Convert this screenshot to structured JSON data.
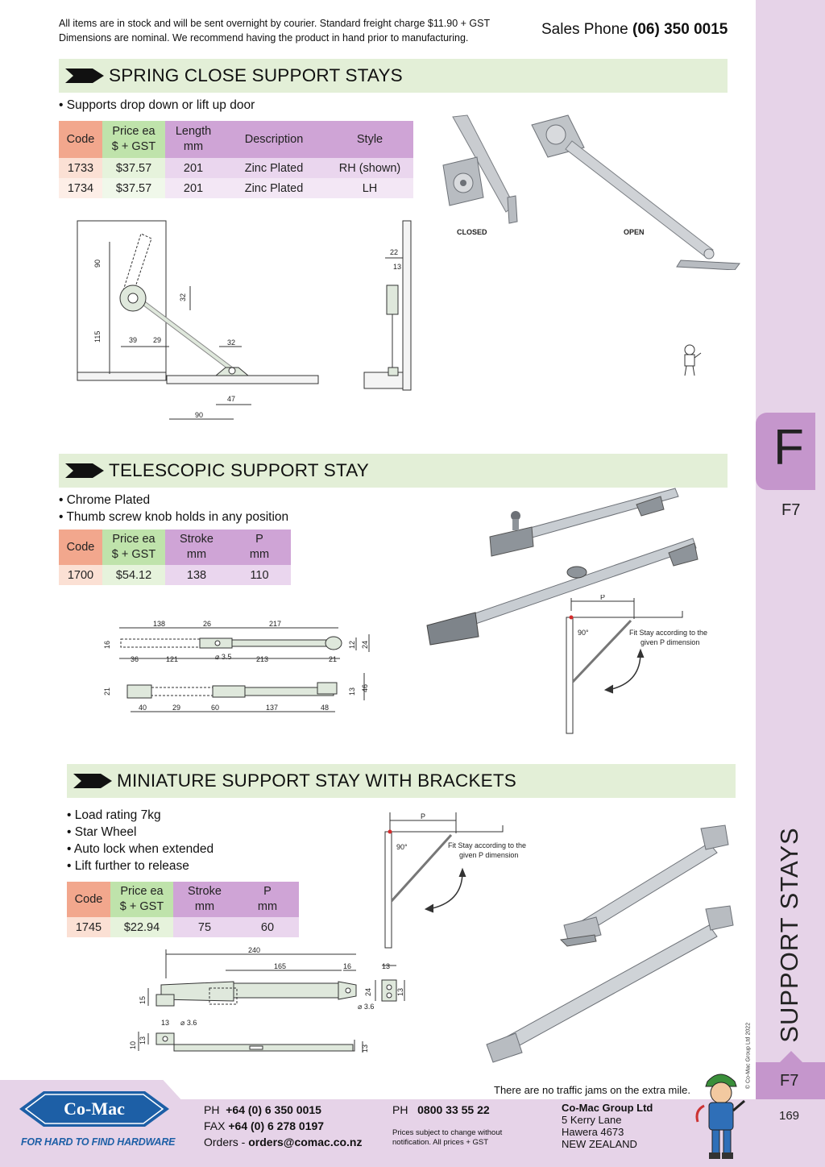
{
  "header": {
    "stock_note_line1": "All items are in stock and will be sent overnight by courier. Standard freight charge $11.90 + GST",
    "stock_note_line2": "Dimensions are nominal. We recommend having the product in hand prior to manufacturing.",
    "sales_label": "Sales Phone",
    "sales_number": "(06) 350 0015"
  },
  "sidebar": {
    "section_letter": "F",
    "page_code": "F7",
    "vertical_title": "SUPPORT STAYS",
    "copyright": "© Co-Mac Group Ltd 2022",
    "page_code_bottom": "F7",
    "page_number": "169"
  },
  "sections": {
    "spring": {
      "title": "SPRING CLOSE SUPPORT STAYS",
      "bullets": [
        "Supports drop down or lift up door"
      ],
      "table": {
        "headers": [
          "Code",
          "Price ea",
          "$ + GST",
          "Length",
          "mm",
          "Description",
          "Style"
        ],
        "rows": [
          [
            "1733",
            "$37.57",
            "201",
            "Zinc Plated",
            "RH (shown)"
          ],
          [
            "1734",
            "$37.57",
            "201",
            "Zinc Plated",
            "LH"
          ]
        ]
      },
      "photo_labels": [
        "CLOSED",
        "OPEN"
      ],
      "dims": [
        "90",
        "115",
        "32",
        "39",
        "29",
        "32",
        "47",
        "90",
        "22",
        "13"
      ]
    },
    "telescopic": {
      "title": "TELESCOPIC SUPPORT STAY",
      "bullets": [
        "Chrome Plated",
        "Thumb screw knob holds in any position"
      ],
      "table": {
        "headers": [
          "Code",
          "Price ea",
          "$ + GST",
          "Stroke",
          "mm",
          "P",
          "mm"
        ],
        "rows": [
          [
            "1700",
            "$54.12",
            "138",
            "110"
          ]
        ]
      },
      "dims": [
        "138",
        "26",
        "217",
        "16",
        "12",
        "24",
        "36",
        "121",
        "⌀ 3.5",
        "213",
        "21",
        "21",
        "13",
        "46",
        "40",
        "29",
        "60",
        "137",
        "48"
      ],
      "fit_note": [
        "Fit Stay according to the",
        "given P dimension"
      ],
      "p_label": "P",
      "angle": "90°"
    },
    "miniature": {
      "title": "MINIATURE SUPPORT STAY WITH BRACKETS",
      "bullets": [
        "Load rating 7kg",
        "Star Wheel",
        "Auto lock when extended",
        "Lift further to release"
      ],
      "table": {
        "headers": [
          "Code",
          "Price ea",
          "$ + GST",
          "Stroke",
          "mm",
          "P",
          "mm"
        ],
        "rows": [
          [
            "1745",
            "$22.94",
            "75",
            "60"
          ]
        ]
      },
      "dims": [
        "240",
        "165",
        "16",
        "13",
        "15",
        "24",
        "13",
        "⌀ 3.6",
        "13",
        "⌀ 3.6",
        "10",
        "13",
        "13"
      ],
      "fit_note": [
        "Fit Stay according to the",
        "given P dimension"
      ],
      "p_label": "P",
      "angle": "90°"
    }
  },
  "footer": {
    "logo_text": "Co-Mac",
    "tagline": "FOR HARD TO FIND HARDWARE",
    "traffic": "There are no traffic jams on the extra mile.",
    "ph_label": "PH",
    "ph_number": "+64 (0) 6 350 0015",
    "fax_label": "FAX",
    "fax_number": "+64 (0) 6 278 0197",
    "orders_label": "Orders -",
    "orders_email": "orders@comac.co.nz",
    "ph2_label": "PH",
    "ph2_number": "0800 33 55 22",
    "disclaimer_line1": "Prices subject to change without",
    "disclaimer_line2": "notification. All prices + GST",
    "company": "Co-Mac Group Ltd",
    "address": [
      "5 Kerry Lane",
      "Hawera 4673",
      "NEW ZEALAND"
    ]
  },
  "colors": {
    "section_header": "#e3efd7",
    "sidebar": "#e6d3e8",
    "tab": "#c596cc",
    "code_header": "#f2a78d",
    "price_header": "#bfe3ab",
    "purple_header": "#cfa4d6",
    "logo_blue": "#1d5fa6"
  }
}
